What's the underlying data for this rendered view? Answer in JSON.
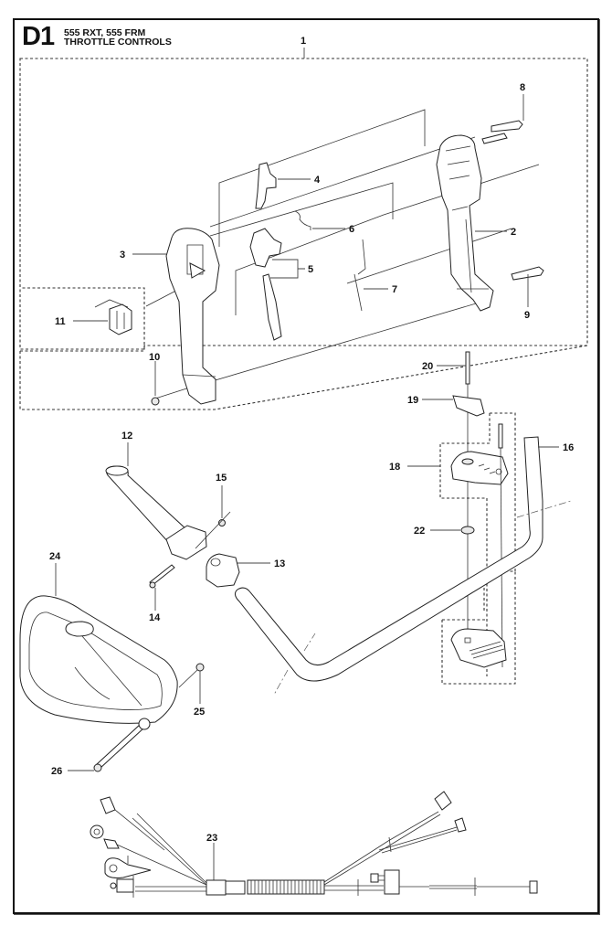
{
  "header": {
    "code": "D1",
    "models": "555 RXT, 555 FRM",
    "section": "THROTTLE CONTROLS"
  },
  "callouts": {
    "c1": "1",
    "c2": "2",
    "c3": "3",
    "c4": "4",
    "c5": "5",
    "c6": "6",
    "c7": "7",
    "c8": "8",
    "c9": "9",
    "c10": "10",
    "c11": "11",
    "c12": "12",
    "c13": "13",
    "c14": "14",
    "c15": "15",
    "c16": "16",
    "c18": "18",
    "c19": "19",
    "c20": "20",
    "c22": "22",
    "c23": "23",
    "c24": "24",
    "c25": "25",
    "c26": "26"
  },
  "parts": [
    {
      "ref": "1",
      "name": "throttle-handle-assembly"
    },
    {
      "ref": "2",
      "name": "handle-half-right"
    },
    {
      "ref": "3",
      "name": "handle-half-left"
    },
    {
      "ref": "4",
      "name": "throttle-lockout"
    },
    {
      "ref": "5",
      "name": "throttle-trigger"
    },
    {
      "ref": "6",
      "name": "spring"
    },
    {
      "ref": "7",
      "name": "spring"
    },
    {
      "ref": "8",
      "name": "screw"
    },
    {
      "ref": "9",
      "name": "screw"
    },
    {
      "ref": "10",
      "name": "nut"
    },
    {
      "ref": "11",
      "name": "stop-switch"
    },
    {
      "ref": "12",
      "name": "left-grip"
    },
    {
      "ref": "13",
      "name": "clamp"
    },
    {
      "ref": "14",
      "name": "screw"
    },
    {
      "ref": "15",
      "name": "nut"
    },
    {
      "ref": "16",
      "name": "handlebar"
    },
    {
      "ref": "18",
      "name": "handle-clamp-upper"
    },
    {
      "ref": "19",
      "name": "clamp-plate"
    },
    {
      "ref": "20",
      "name": "screw"
    },
    {
      "ref": "22",
      "name": "washer"
    },
    {
      "ref": "23",
      "name": "wiring-harness-throttle-cable"
    },
    {
      "ref": "24",
      "name": "loop-handle"
    },
    {
      "ref": "25",
      "name": "nut"
    },
    {
      "ref": "26",
      "name": "screw"
    }
  ]
}
